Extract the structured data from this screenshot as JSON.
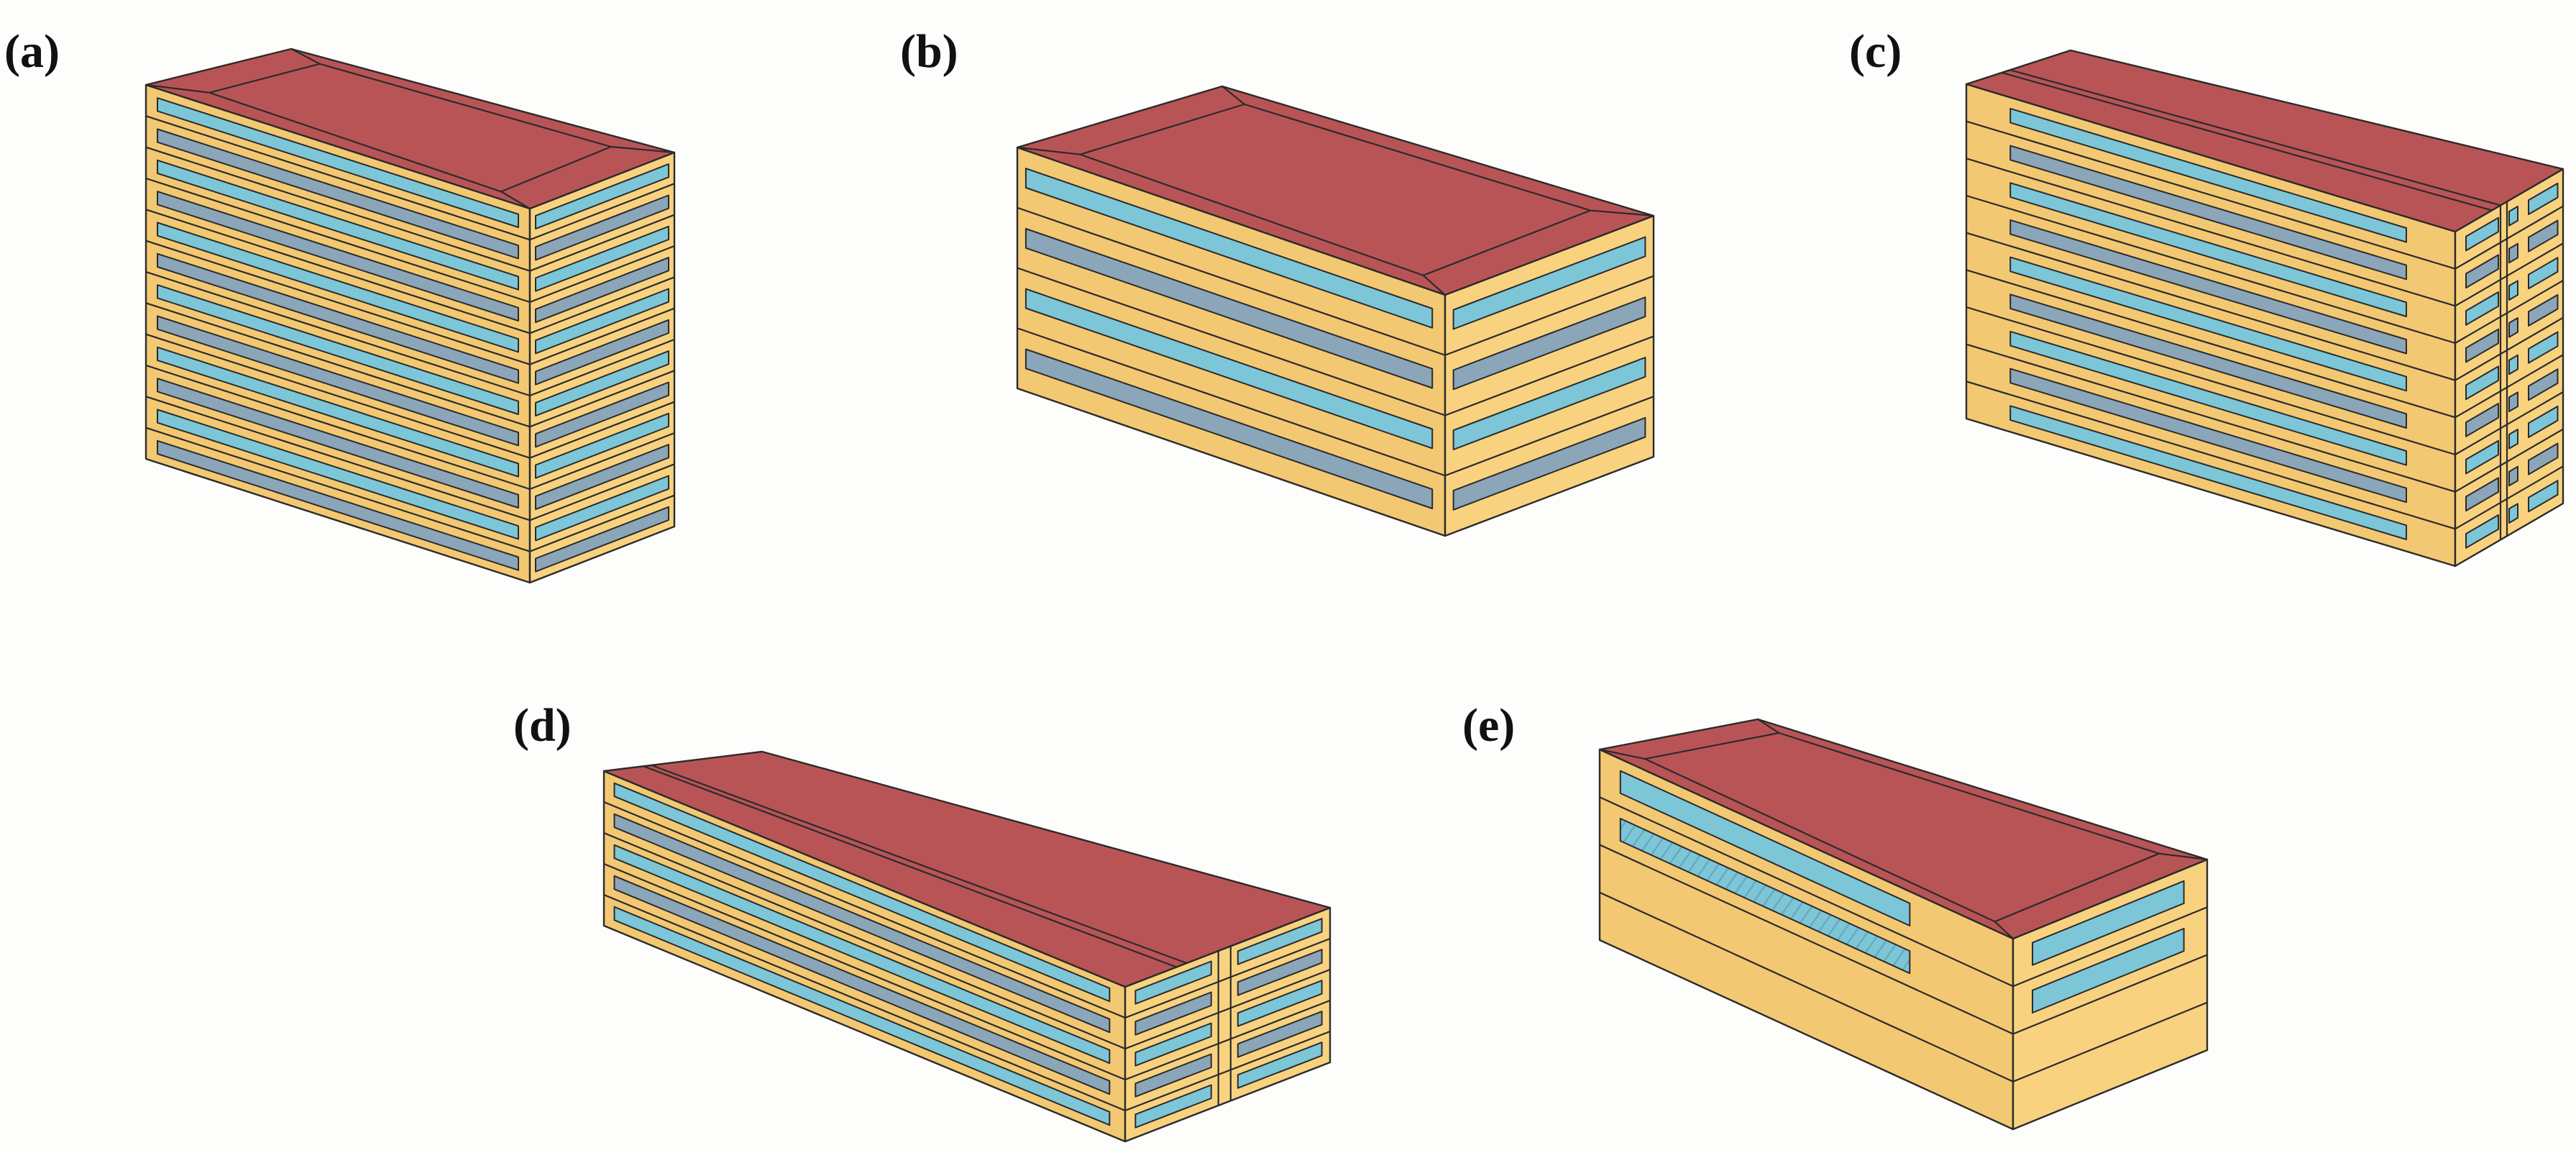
{
  "colors": {
    "background": "#fdfdfb",
    "roof": "#b95456",
    "roof_dark": "#a04a4c",
    "wall_front": "#f3c872",
    "wall_side": "#f9d27f",
    "glass": "#7cc6d8",
    "glass_shade": "#8aa6b8",
    "edge": "#2b2b2b"
  },
  "panels": [
    {
      "id": "a",
      "label": "(a)",
      "floors": 12,
      "roof_type": "hipped-inset"
    },
    {
      "id": "b",
      "label": "(b)",
      "floors": 4,
      "roof_type": "hipped-inset"
    },
    {
      "id": "c",
      "label": "(c)",
      "floors": 9,
      "roof_type": "flat-with-corridor"
    },
    {
      "id": "d",
      "label": "(d)",
      "floors": 5,
      "roof_type": "flat-with-corridor"
    },
    {
      "id": "e",
      "label": "(e)",
      "floors": 4,
      "roof_type": "hipped-inset"
    }
  ]
}
